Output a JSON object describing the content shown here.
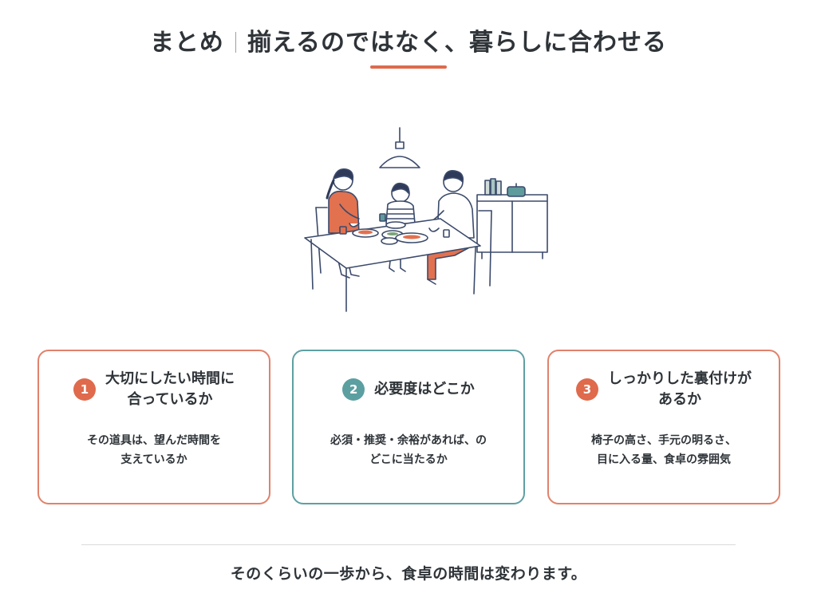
{
  "header": {
    "title_left": "まとめ",
    "title_right": "揃えるのではなく、暮らしに合わせる"
  },
  "illustration": {
    "description_icon": "family-dining-illustration"
  },
  "cards": [
    {
      "number": "1",
      "title": "大切にしたい時間に\n合っているか",
      "body": "その道具は、望んだ時間を\n支えているか",
      "accent": "#df6a4c"
    },
    {
      "number": "2",
      "title": "必要度はどこか",
      "body": "必須・推奨・余裕があれば、の\nどこに当たるか",
      "accent": "#5b9fa1"
    },
    {
      "number": "3",
      "title": "しっかりした裏付けが\nあるか",
      "body": "椅子の高さ、手元の明るさ、\n目に入る量、食卓の雰囲気",
      "accent": "#df6a4c"
    }
  ],
  "footer": {
    "text": "そのくらいの一歩から、食卓の時間は変わります。"
  },
  "colors": {
    "accent_orange": "#de6a4e",
    "accent_teal": "#5fa0a2",
    "text": "#2f3439",
    "line_navy": "#3b4a6b"
  }
}
